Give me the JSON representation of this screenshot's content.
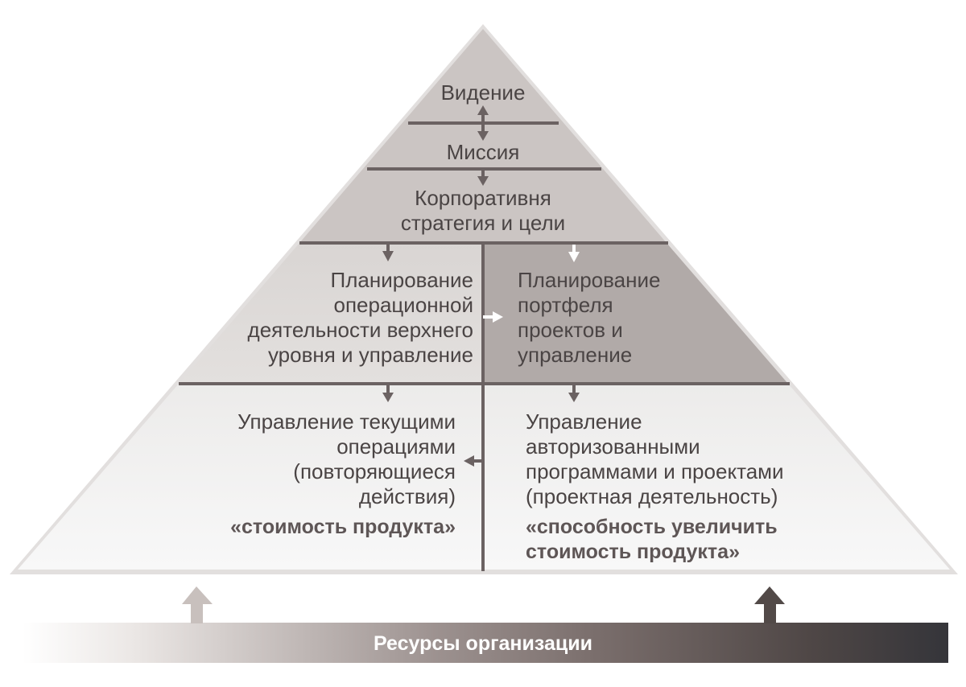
{
  "diagram": {
    "type": "pyramid",
    "colors": {
      "top_fill": "#cbc5c3",
      "mid_left_fill": "#dedad8",
      "mid_right_fill": "#b1aaa8",
      "bottom_fill": "#f2f1f0",
      "outline": "#dddad9",
      "divider": "#6b6262",
      "text": "#4a4444",
      "arrow_dark": "#6b6262",
      "arrow_light": "#ffffff",
      "bar_gradient_start": "#ffffff",
      "bar_gradient_mid": "#8e8280",
      "bar_gradient_end": "#35353a",
      "resource_arrow_left": "#c8c0bd",
      "resource_arrow_right": "#524a48"
    },
    "levels": {
      "vision": "Видение",
      "mission": "Миссия",
      "strategy": [
        "Корпоративня",
        "стратегия и цели"
      ],
      "ops_planning": [
        "Планирование",
        "операционной",
        "деятельности верхнего",
        "уровня и управление"
      ],
      "portfolio_planning": [
        "Планирование",
        "портфеля",
        "проектов и",
        "управление"
      ],
      "ongoing_ops": {
        "lines": [
          "Управление текущими",
          "операциями",
          "(повторяющиеся",
          "действия)"
        ],
        "value": "«стоимость продукта»"
      },
      "projects": {
        "lines": [
          "Управление",
          "авторизованными",
          "программами и проектами",
          "(проектная деятельность)"
        ],
        "value": [
          "«способность увеличить",
          "стоимость продукта»"
        ]
      }
    },
    "resources_bar": {
      "label": "Ресурсы организации"
    }
  }
}
